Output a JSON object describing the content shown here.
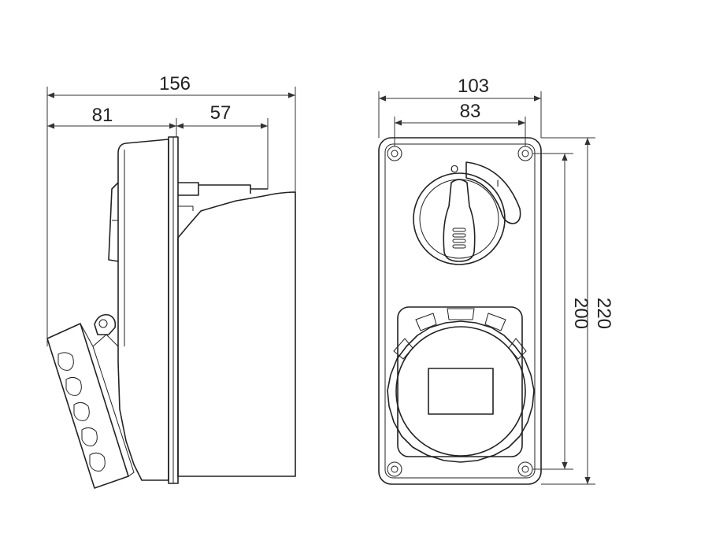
{
  "dimensions": {
    "side_total_width": "156",
    "side_body_depth": "81",
    "side_cover_depth": "57",
    "front_total_width": "103",
    "front_inner_width": "83",
    "front_inner_height": "200",
    "front_total_height": "220"
  },
  "switch": {
    "off_mark": "O",
    "on_mark": "I"
  }
}
